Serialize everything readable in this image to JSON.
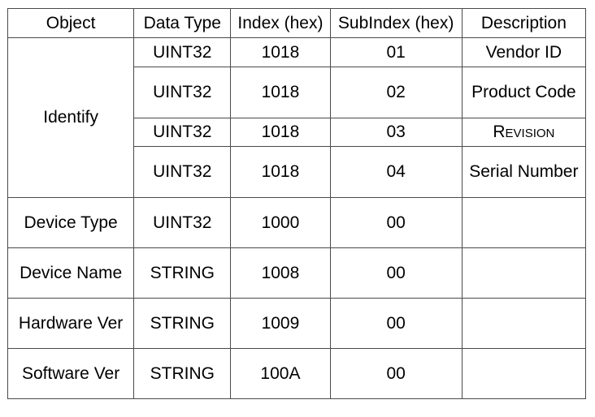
{
  "table": {
    "headers": {
      "object": "Object",
      "data_type": "Data Type",
      "index": "Index (hex)",
      "subindex": "SubIndex (hex)",
      "description": "Description"
    },
    "identify": {
      "object": "Identify",
      "rows": [
        {
          "data_type": "UINT32",
          "index": "1018",
          "subindex": "01",
          "description": "Vendor ID"
        },
        {
          "data_type": "UINT32",
          "index": "1018",
          "subindex": "02",
          "description": "Product Code"
        },
        {
          "data_type": "UINT32",
          "index": "1018",
          "subindex": "03",
          "description": "Revision"
        },
        {
          "data_type": "UINT32",
          "index": "1018",
          "subindex": "04",
          "description": "Serial Number"
        }
      ]
    },
    "rows": [
      {
        "object": "Device Type",
        "data_type": "UINT32",
        "index": "1000",
        "subindex": "00",
        "description": ""
      },
      {
        "object": "Device Name",
        "data_type": "STRING",
        "index": "1008",
        "subindex": "00",
        "description": ""
      },
      {
        "object": "Hardware Ver",
        "data_type": "STRING",
        "index": "1009",
        "subindex": "00",
        "description": ""
      },
      {
        "object": "Software Ver",
        "data_type": "STRING",
        "index": "100A",
        "subindex": "00",
        "description": ""
      }
    ]
  }
}
